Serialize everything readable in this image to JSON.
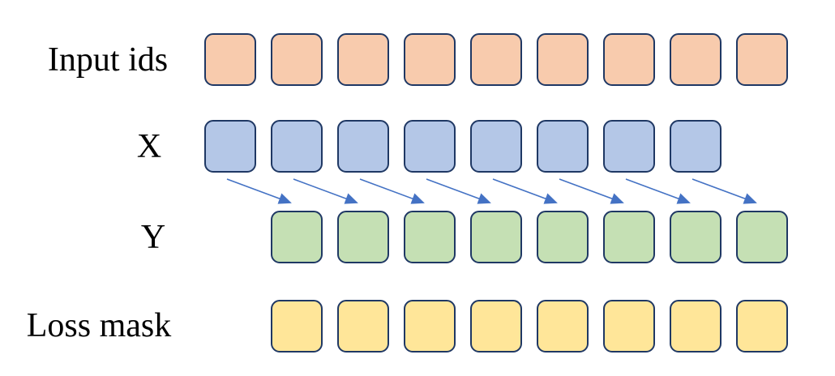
{
  "diagram": {
    "background": "#ffffff",
    "square_border_color": "#1F3864",
    "arrow_color": "#4472C4",
    "label_color": "#000000",
    "rows": [
      {
        "id": "input-ids",
        "label": "Input ids",
        "count": 9,
        "fill": "#F8CBAD",
        "start_col": 0
      },
      {
        "id": "x",
        "label": "X",
        "count": 8,
        "fill": "#B4C7E7",
        "start_col": 0
      },
      {
        "id": "y",
        "label": "Y",
        "count": 8,
        "fill": "#C5E0B4",
        "start_col": 1
      },
      {
        "id": "loss-mask",
        "label": "Loss mask",
        "count": 8,
        "fill": "#FFE699",
        "start_col": 1
      }
    ],
    "arrows": {
      "count": 8,
      "from_row": "x",
      "to_row": "y",
      "meaning": "shift-right-by-one"
    }
  }
}
